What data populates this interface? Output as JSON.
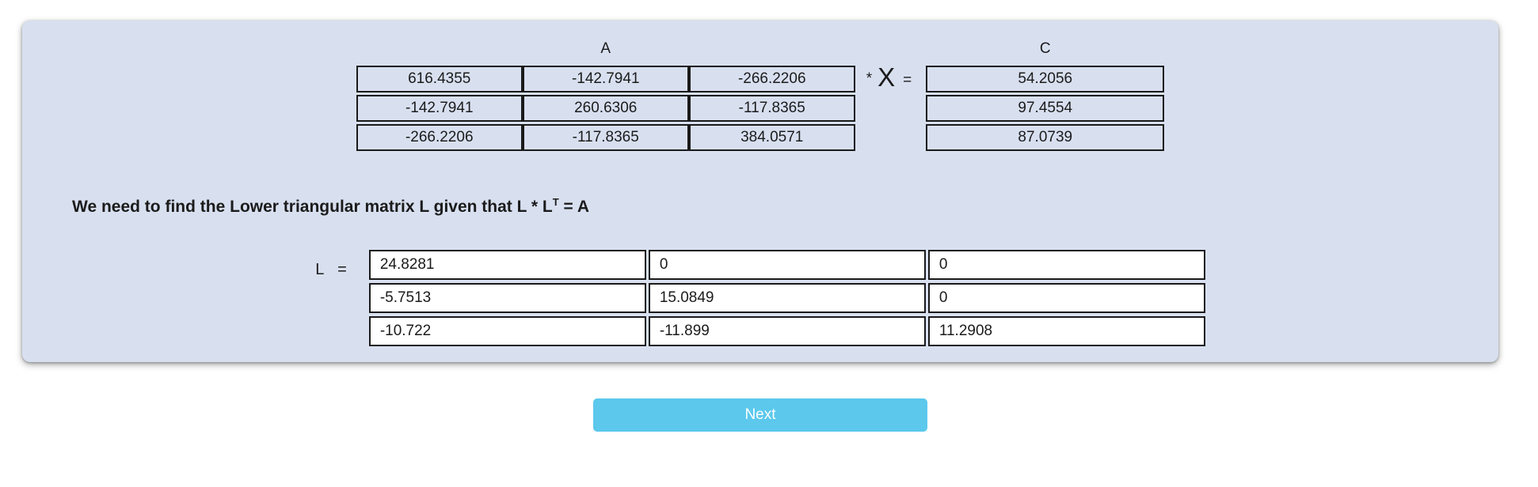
{
  "equation": {
    "matrix_a": {
      "label": "A",
      "rows": [
        [
          "616.4355",
          "-142.7941",
          "-266.2206"
        ],
        [
          "-142.7941",
          "260.6306",
          "-117.8365"
        ],
        [
          "-266.2206",
          "-117.8365",
          "384.0571"
        ]
      ]
    },
    "operator_multiply": "*",
    "unknown_vector": "X",
    "operator_equals": "=",
    "matrix_c": {
      "label": "C",
      "rows": [
        [
          "54.2056"
        ],
        [
          "97.4554"
        ],
        [
          "87.0739"
        ]
      ]
    }
  },
  "instruction": {
    "text_before": "We need to find the Lower triangular matrix L given that L * L",
    "superscript": "T",
    "text_after": " = A"
  },
  "l_matrix": {
    "label": "L  =",
    "rows": [
      [
        "24.8281",
        "0",
        "0"
      ],
      [
        "-5.7513",
        "15.0849",
        "0"
      ],
      [
        "-10.722",
        "-11.899",
        "11.2908"
      ]
    ]
  },
  "next_button": {
    "label": "Next"
  },
  "colors": {
    "card_background": "#d8e0f0",
    "page_background": "#ffffff",
    "button_accent": "#5bc8ec",
    "border": "#1a1a1a",
    "text": "#1b1b1b"
  }
}
